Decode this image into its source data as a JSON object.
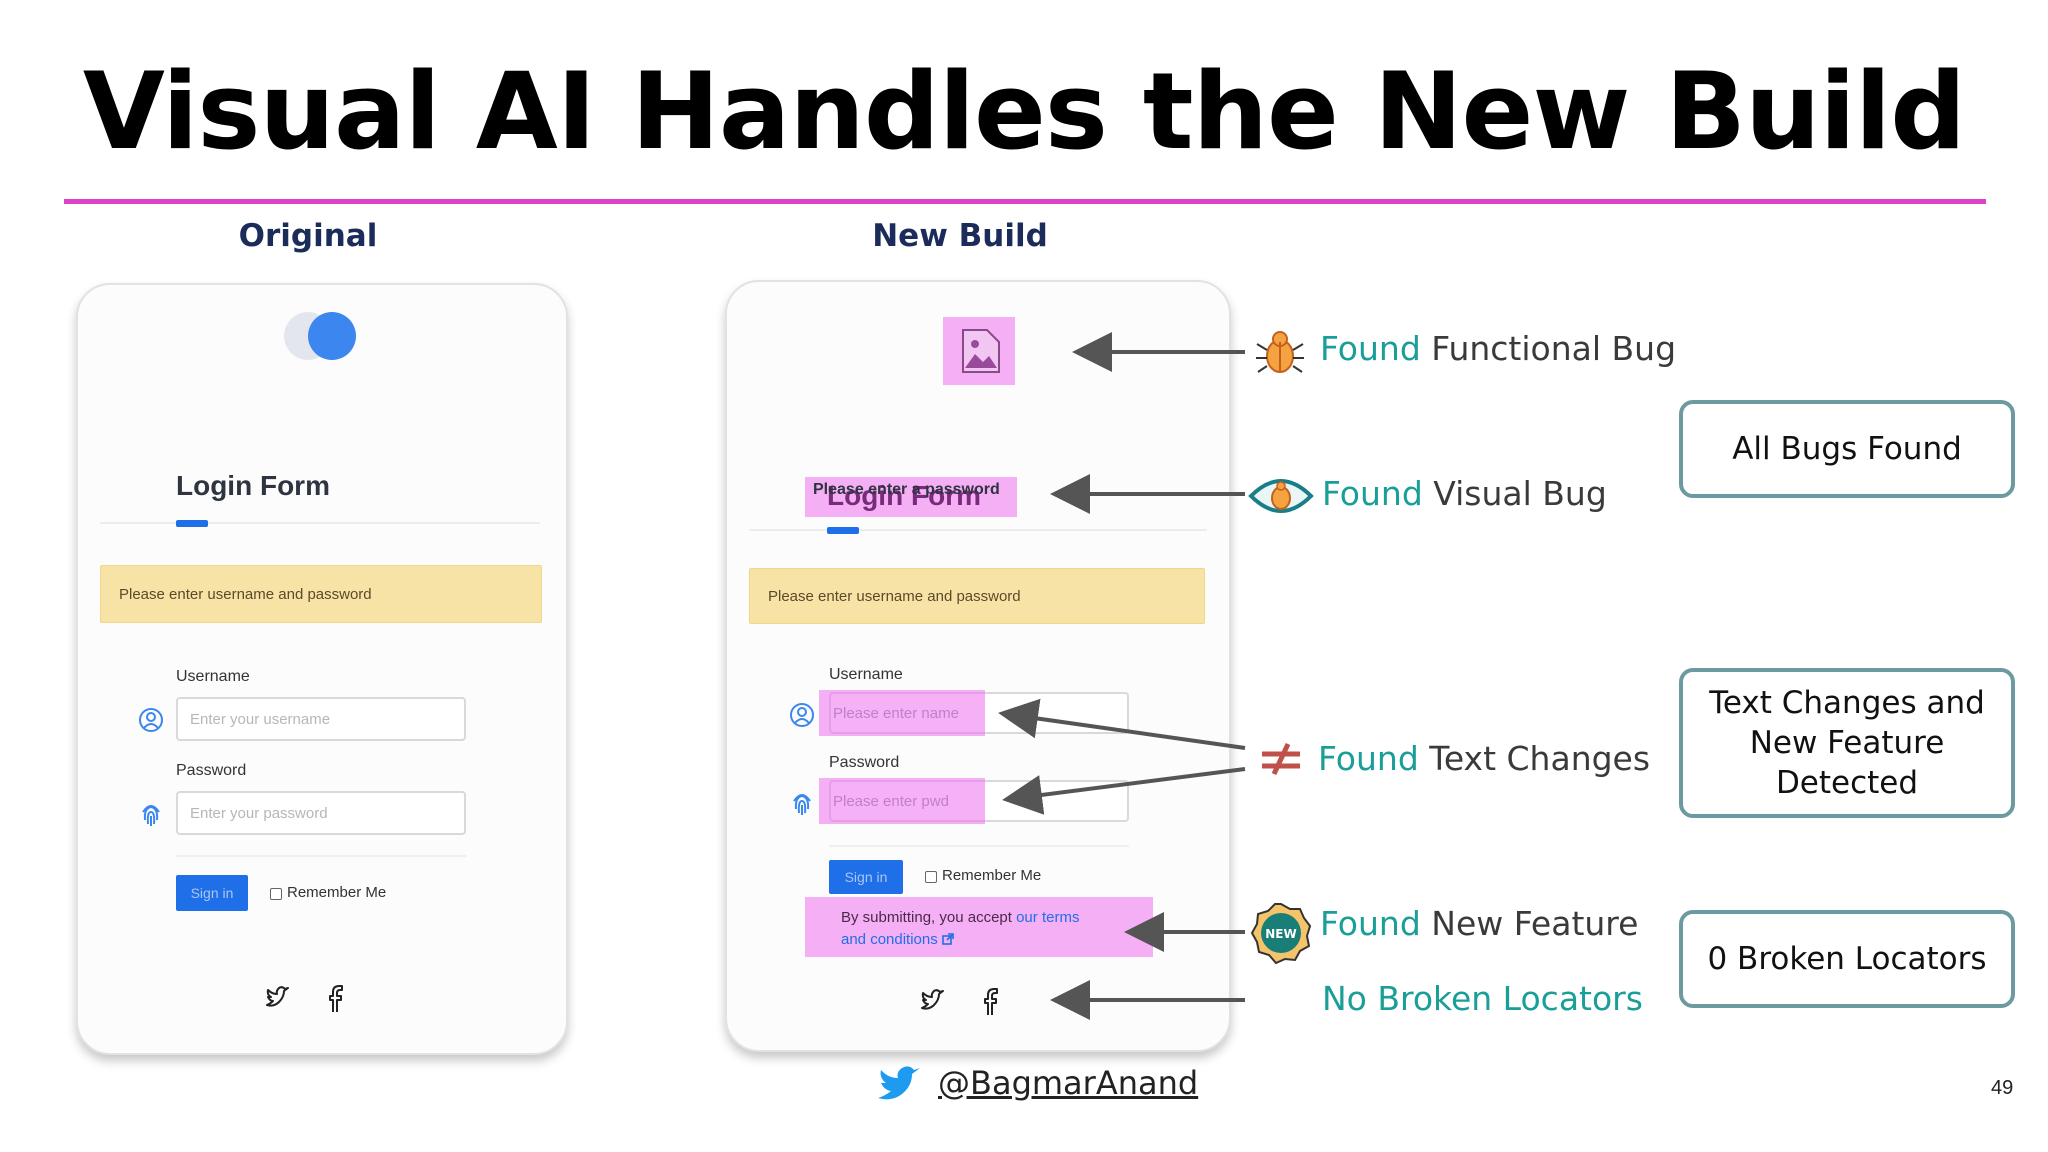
{
  "title": "Visual AI Handles the New Build",
  "columns": {
    "original": "Original",
    "new_build": "New Build"
  },
  "original_form": {
    "heading": "Login Form",
    "alert": "Please enter username and password",
    "username_label": "Username",
    "username_placeholder": "Enter your username",
    "password_label": "Password",
    "password_placeholder": "Enter your password",
    "signin": "Sign in",
    "remember": "Remember Me"
  },
  "new_form": {
    "heading": "Login Form",
    "heading_overlay": "Please enter a password",
    "alert": "Please enter username and password",
    "username_label": "Username",
    "username_placeholder": "Please enter name",
    "password_label": "Password",
    "password_placeholder": "Please enter pwd",
    "signin": "Sign in",
    "remember": "Remember Me",
    "terms_prefix": "By submitting, you accept ",
    "terms_link1": "our terms",
    "terms_link2": "and conditions"
  },
  "findings": {
    "found_word": "Found",
    "functional": "Functional Bug",
    "visual": "Visual Bug",
    "text": "Text Changes",
    "feature": "New Feature",
    "no_broken": "No Broken Locators",
    "new_badge": "NEW"
  },
  "summary": {
    "all_bugs": "All Bugs Found",
    "text_feature": "Text Changes and New Feature Detected",
    "broken": "0 Broken Locators"
  },
  "footer": {
    "handle": "@BagmarAnand",
    "page": "49"
  },
  "colors": {
    "accent_rule": "#e040c8",
    "teal": "#1a9e98",
    "highlight": "#ee70ee",
    "primary_blue": "#1f6fe8"
  }
}
